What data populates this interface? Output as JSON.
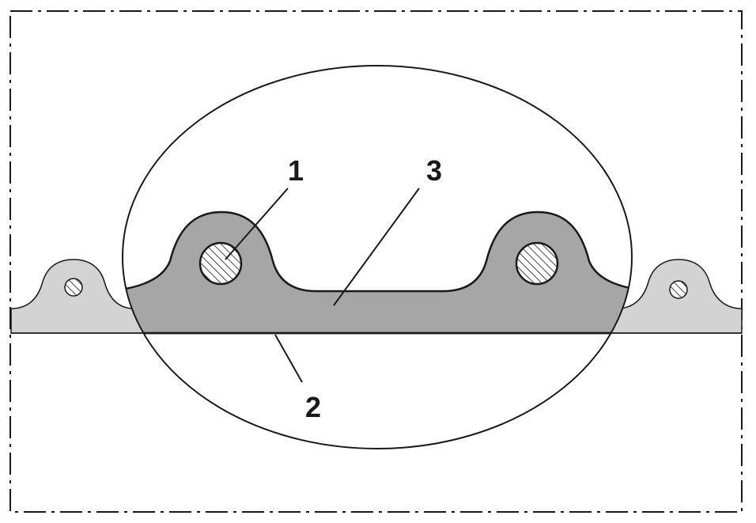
{
  "diagram": {
    "callouts": [
      {
        "id": "1",
        "text": "1"
      },
      {
        "id": "2",
        "text": "2"
      },
      {
        "id": "3",
        "text": "3"
      }
    ]
  },
  "colors": {
    "outline": "#1a1a1a",
    "light_profile": "#d3d3d3",
    "dark_profile": "#a6a6a6",
    "hatch_fill": "#ffffff",
    "background": "#ffffff"
  }
}
